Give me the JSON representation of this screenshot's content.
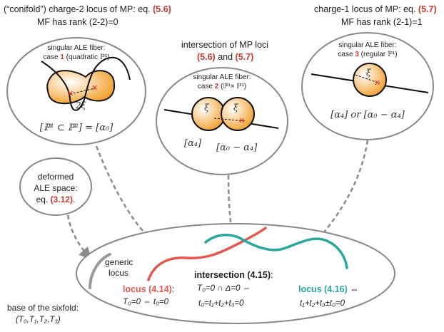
{
  "colors": {
    "red_curve": "#e4574f",
    "teal_curve": "#2aa79c",
    "gray_curve": "#9a9a9a",
    "ref_red": "#c8382f",
    "orange_start": "#ffffff",
    "orange_end": "#f29a1f"
  },
  "top_left": {
    "line1_prefix": "(“conifold”) charge-2 locus of MP: eq.",
    "line1_ref": "(5.6)",
    "line2": "MF has rank (2-2)=0"
  },
  "top_center": {
    "line1": "intersection of MP loci",
    "ref_a": "(5.6)",
    "and": "and",
    "ref_b": "(5.7)"
  },
  "top_right": {
    "line1_prefix": "charge-1 locus of MP: eq.",
    "line1_ref": "(5.7)",
    "line2": "MF has rank (2-1)=1"
  },
  "bubble1": {
    "title": "singular ALE fiber:",
    "case_prefix": "case",
    "case_num": "1",
    "case_desc": "(quadratic ℙ¹)",
    "xi_label": "2ξ",
    "formula": "[ℙ¹ ⊂ ℙ²] = [α₀]"
  },
  "bubble2": {
    "title": "singular ALE fiber:",
    "case_prefix": "case",
    "case_num": "2",
    "case_desc": "(ℙ¹× ℙ¹)",
    "xi_a": "ξ",
    "xi_b": "ξ",
    "label_left": "[α₄]",
    "label_right": "[α₀ − α₄]"
  },
  "bubble3": {
    "title": "singular ALE fiber:",
    "case_prefix": "case",
    "case_num": "3",
    "case_desc": "(regular ℙ¹)",
    "xi_label": "ξ",
    "formula": "[α₄] or [α₀ − α₄]"
  },
  "deformed": {
    "line1": "deformed",
    "line2": "ALE space:",
    "line3_prefix": "eq.",
    "ref": "(3.12)",
    "suffix": "."
  },
  "base": {
    "generic_line1": "generic",
    "generic_line2": "locus",
    "locus_left_word": "locus",
    "locus_left_ref": "(4.14)",
    "locus_left_colon": ":",
    "locus_left_eq": "T₀=0 ⇔ t₀=0",
    "intersection_title": "intersection (4.15)",
    "intersection_colon": ":",
    "intersection_eq1": "T₀=0 ∩ Δ=0 ⇔",
    "intersection_eq2": "t₀=t₁+t₂+t₃=0",
    "locus_right_word": "locus",
    "locus_right_ref": "(4.16)",
    "locus_right_arrow": "⇔",
    "locus_right_eq": "t₁+t₂+t₃±t₀=0"
  },
  "base_label": {
    "line1": "base of the sixfold:",
    "line2": "(T₀,T₁,T₂,T₃)"
  }
}
